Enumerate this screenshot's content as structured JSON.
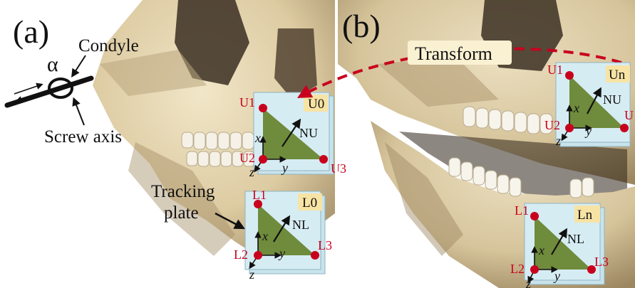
{
  "panels": {
    "a": {
      "label": "(a)"
    },
    "b": {
      "label": "(b)"
    }
  },
  "annotations": {
    "alpha": "α",
    "condyle": "Condyle",
    "screw_axis": "Screw axis",
    "tracking_plate_line1": "Tracking",
    "tracking_plate_line2": "plate",
    "transform": "Transform"
  },
  "plates": {
    "upper_a": {
      "tag": "U0",
      "p1": "U1",
      "p2": "U2",
      "p3": "U3",
      "normal": "NU",
      "x": "x",
      "y": "y",
      "z": "z"
    },
    "lower_a": {
      "tag": "L0",
      "p1": "L1",
      "p2": "L2",
      "p3": "L3",
      "normal": "NL",
      "x": "x",
      "y": "y",
      "z": "z"
    },
    "upper_b": {
      "tag": "Un",
      "p1": "U1",
      "p2": "U2",
      "p3": "U",
      "normal": "NU",
      "x": "x",
      "y": "y",
      "z": "z"
    },
    "lower_b": {
      "tag": "Ln",
      "p1": "L1",
      "p2": "L2",
      "p3": "L3",
      "normal": "NL",
      "x": "x",
      "y": "y",
      "z": "z"
    }
  },
  "colors": {
    "bone": "#e2d3b0",
    "bone_shadow": "#a99670",
    "plate_bg": "#d6ecf3",
    "triangle": "#6f8b3c",
    "marker": "#c8001e",
    "tag_bg": "#f7e3a4",
    "transform_bg": "#faf0d2",
    "arrow_red": "#c8001e"
  }
}
